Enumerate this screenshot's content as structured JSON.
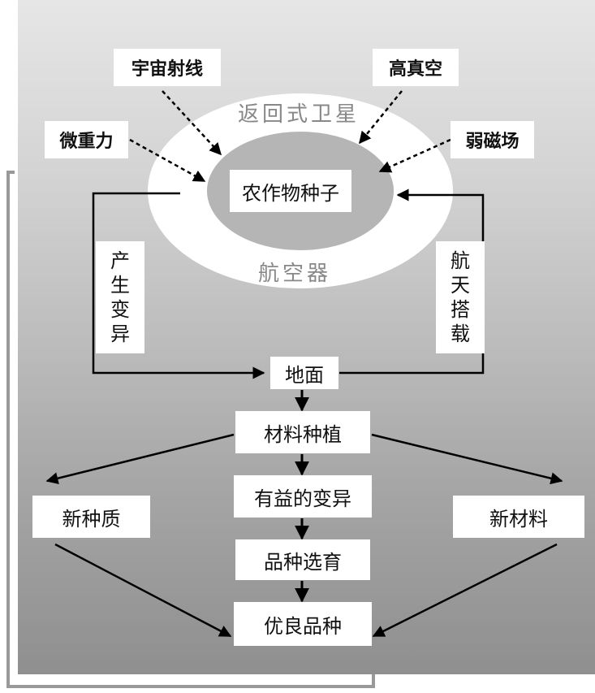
{
  "satellite": {
    "top_label": "返回式卫星",
    "bottom_label": "航空器"
  },
  "factors": {
    "cosmic_rays": "宇宙射线",
    "high_vacuum": "高真空",
    "microgravity": "微重力",
    "weak_magnetic": "弱磁场"
  },
  "center": "农作物种子",
  "left_path": [
    "产",
    "生",
    "变",
    "异"
  ],
  "right_path": [
    "航",
    "天",
    "搭",
    "载"
  ],
  "flow": {
    "ground": "地面",
    "planting": "材料种植",
    "beneficial_variation": "有益的变异",
    "breeding": "品种选育",
    "superior_variety": "优良品种"
  },
  "outputs": {
    "new_germplasm": "新种质",
    "new_material": "新材料"
  }
}
